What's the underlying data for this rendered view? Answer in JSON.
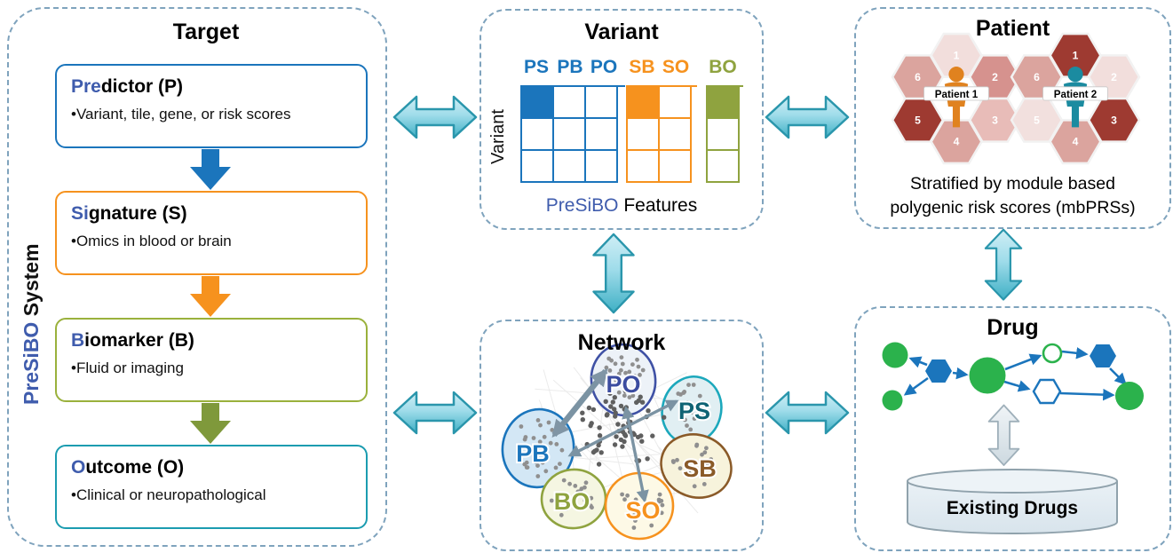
{
  "colors": {
    "panel_dash": "#7fa3bd",
    "blue": "#1b75bc",
    "orange": "#f6921e",
    "olive": "#8fa33f",
    "teal_box": "#1b9cb0",
    "prefix_blue": "#3f5cad",
    "connector_stroke": "#2a96ac",
    "connector_fill_light": "#cfeef5",
    "connector_fill_dark": "#3fb0c5",
    "slate_arrow": "#7b93a3",
    "drug_green": "#2bb24c",
    "hex_dark_red": "#9e3a31",
    "hex_rose": "#dba49e",
    "hex_light_rose": "#f2dedc"
  },
  "system_label": {
    "brand": "PreSiBO",
    "rest": " System"
  },
  "target": {
    "title": "Target",
    "boxes": [
      {
        "prefix": "Pre",
        "rest": "dictor (P)",
        "bullet": "•Variant, tile, gene, or risk scores",
        "color": "#1b75bc"
      },
      {
        "prefix": "Si",
        "rest": "gnature (S)",
        "bullet": "•Omics in blood or brain",
        "color": "#f6921e"
      },
      {
        "prefix": "B",
        "rest": "iomarker (B)",
        "bullet": "•Fluid or imaging",
        "color": "#9ab13c"
      },
      {
        "prefix": "O",
        "rest": "utcome (O)",
        "bullet": "•Clinical or neuropathological",
        "color": "#1b9cb0"
      }
    ]
  },
  "variant": {
    "title": "Variant",
    "row_label": "Variant",
    "caption": {
      "brand": "PreSiBO",
      "rest": " Features"
    },
    "groups": [
      {
        "labels": [
          "PS",
          "PB",
          "PO"
        ],
        "color": "#1b75bc",
        "cols": 3
      },
      {
        "labels": [
          "SB",
          "SO"
        ],
        "color": "#f6921e",
        "cols": 2
      },
      {
        "labels": [
          "BO"
        ],
        "color": "#8fa33f",
        "cols": 1
      }
    ]
  },
  "patient": {
    "title": "Patient",
    "caption_line1": "Stratified by module based",
    "caption_line2": "polygenic risk scores (mbPRSs)",
    "clusters": [
      {
        "label": "Patient 1",
        "person_color": "#e0821f",
        "hexes": [
          {
            "n": "1",
            "color": "#f2dedc"
          },
          {
            "n": "2",
            "color": "#d6928e"
          },
          {
            "n": "3",
            "color": "#e8bcb8"
          },
          {
            "n": "4",
            "color": "#dba49e"
          },
          {
            "n": "5",
            "color": "#9e3a31"
          },
          {
            "n": "6",
            "color": "#dba49e"
          }
        ]
      },
      {
        "label": "Patient 2",
        "person_color": "#1b8ba0",
        "hexes": [
          {
            "n": "1",
            "color": "#9e3a31"
          },
          {
            "n": "2",
            "color": "#f2dedc"
          },
          {
            "n": "3",
            "color": "#9e3a31"
          },
          {
            "n": "4",
            "color": "#dba49e"
          },
          {
            "n": "5",
            "color": "#f2e0de"
          },
          {
            "n": "6",
            "color": "#dba49e"
          }
        ]
      }
    ]
  },
  "network": {
    "title": "Network",
    "clusters": [
      {
        "label": "PO",
        "color": "#3b4ca0",
        "outline": "#3f51a5",
        "fill": "#edf2f8"
      },
      {
        "label": "PS",
        "color": "#0f6374",
        "outline": "#1ca8bc",
        "fill": "#e1eff3"
      },
      {
        "label": "PB",
        "color": "#1b75bc",
        "outline": "#1b75bc",
        "fill": "#d3e7f5"
      },
      {
        "label": "BO",
        "color": "#8fa33f",
        "outline": "#8fa33f",
        "fill": "#f5f6e2"
      },
      {
        "label": "SO",
        "color": "#f6921e",
        "outline": "#f6921e",
        "fill": "#fdf9e6"
      },
      {
        "label": "SB",
        "color": "#8a5a28",
        "outline": "#8a5a28",
        "fill": "#f7f3dc"
      }
    ]
  },
  "drug": {
    "title": "Drug",
    "db_label": "Existing Drugs"
  }
}
